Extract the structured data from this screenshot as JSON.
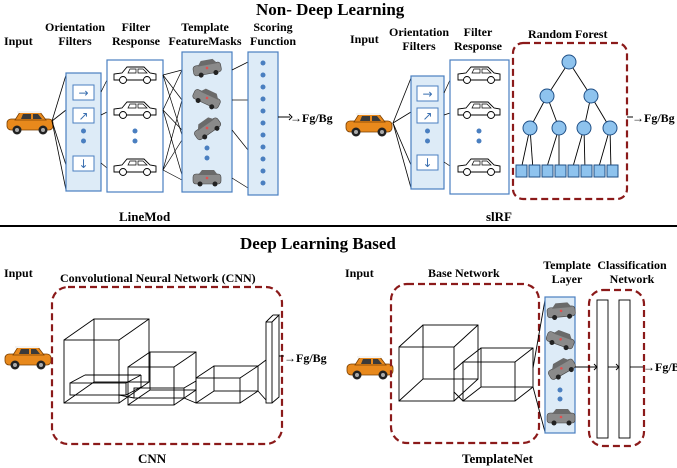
{
  "sections": {
    "top_title": "Non- Deep Learning",
    "bottom_title": "Deep Learning Based"
  },
  "linemod": {
    "input": "Input",
    "orientation_filters": "Orientation Filters",
    "filter_response": "Filter Response",
    "template_feature_masks": "Template FeatureMasks",
    "scoring_function": "Scoring Function",
    "output": "Fg/Bg",
    "caption": "LineMod",
    "orientation_arrows": [
      "→",
      "↗",
      "↓"
    ]
  },
  "slrf": {
    "input": "Input",
    "orientation_filters": "Orientation Filters",
    "filter_response": "Filter Response",
    "random_forest": "Random Forest",
    "output": "Fg/Bg",
    "caption": "slRF",
    "orientation_arrows": [
      "→",
      "↗",
      "↓"
    ]
  },
  "cnn": {
    "input": "Input",
    "network_title": "Convolutional Neural Network (CNN)",
    "output": "Fg/Bg",
    "caption": "CNN"
  },
  "templatenet": {
    "input": "Input",
    "base_network": "Base Network",
    "template_layer": "Template Layer",
    "classification_network": "Classification Network",
    "output": "Fg/Bg",
    "caption": "TemplateNet"
  },
  "colors": {
    "box_border": "#4a7fc0",
    "box_fill": "#ddebf7",
    "dashed_border": "#8b1a1a",
    "node_fill": "#8ec3ee",
    "dot": "#4a7fc0",
    "car_body": "#e8891c"
  }
}
